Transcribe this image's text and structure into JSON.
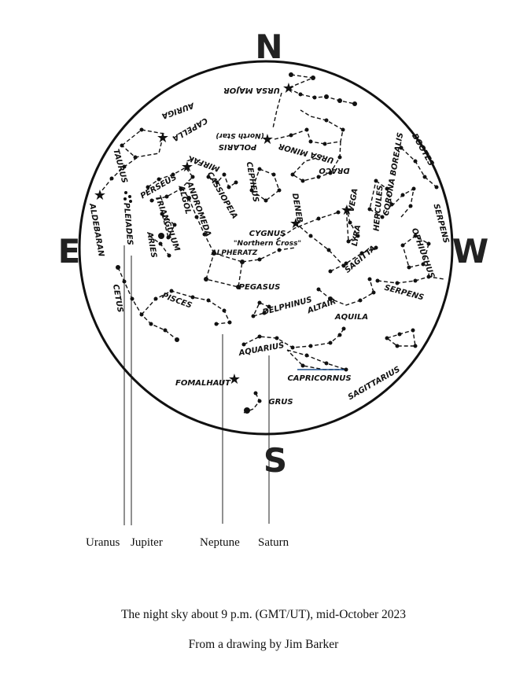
{
  "compass": {
    "north": "N",
    "south": "S",
    "east": "E",
    "west": "W"
  },
  "labels": {
    "ursa_major": "URSA MAJOR",
    "auriga": "AURIGA",
    "capella": "CAPELLA",
    "polaris": "POLARIS",
    "north_star": "(North Star)",
    "ursa_minor": "URSA MINOR",
    "draco": "DRACO",
    "bootes": "BOOTES",
    "corona_borealis": "CORONA BOREALIS",
    "mirfak": "MIRFAK",
    "perseus": "PERSEUS",
    "taurus": "TAURUS",
    "cepheus": "CEPHEUS",
    "cassiopeia": "CASSIOPEIA",
    "andromeda": "ANDROMEDA",
    "algol": "ALGOL",
    "triangulum": "TRIANGULUM",
    "deneb": "DENEB",
    "vega": "VEGA",
    "hercules": "HERCULES",
    "serpens_top": "SERPENS",
    "aldebaran": "ALDEBARAN",
    "pleiades": "PLEIADES",
    "aries": "ARIES",
    "cygnus": "CYGNUS",
    "northern_cross": "\"Northern Cross\"",
    "lyra": "LYRA",
    "alpheratz": "ALPHERATZ",
    "sagitta": "SAGITTA",
    "ophiuchus": "OPHIUCHUS",
    "pegasus": "PEGASUS",
    "cetus": "CETUS",
    "pisces": "PISCES",
    "delphinus": "DELPHINUS",
    "altair": "ALTAIR",
    "serpens": "SERPENS",
    "aquila": "AQUILA",
    "aquarius": "AQUARIUS",
    "capricornus": "CAPRICORNUS",
    "sagittarius": "SAGITTARIUS",
    "fomalhaut": "FOMALHAUT",
    "grus": "GRUS"
  },
  "planets": [
    "Uranus",
    "Jupiter",
    "Neptune",
    "Saturn"
  ],
  "caption": "The night sky about 9 p.m.  (GMT/UT), mid-October 2023",
  "credit": "From a drawing by Jim Barker"
}
